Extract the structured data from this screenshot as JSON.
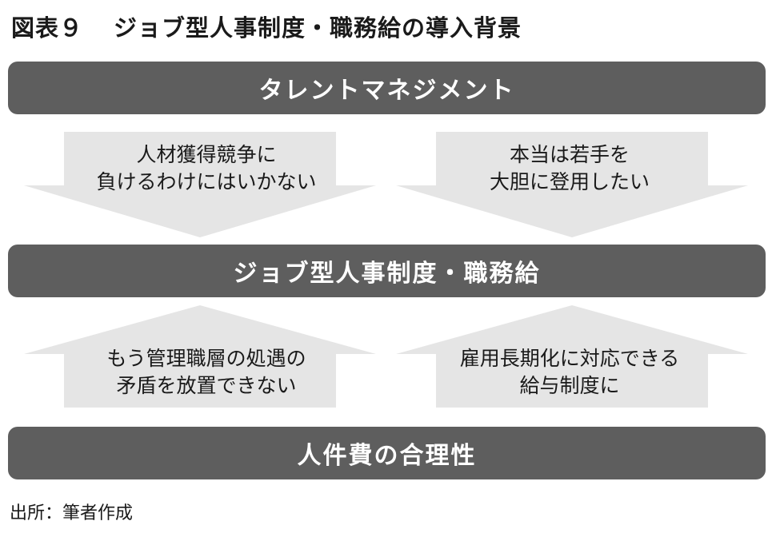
{
  "title": {
    "figure_number": "図表９",
    "text": "ジョブ型人事制度・職務給の導入背景"
  },
  "bars": {
    "top": "タレントマネジメント",
    "middle": "ジョブ型人事制度・職務給",
    "bottom": "人件費の合理性"
  },
  "arrows": {
    "down_left": {
      "line1": "人材獲得競争に",
      "line2": "負けるわけにはいかない"
    },
    "down_right": {
      "line1": "本当は若手を",
      "line2": "大胆に登用したい"
    },
    "up_left": {
      "line1": "もう管理職層の処遇の",
      "line2": "矛盾を放置できない"
    },
    "up_right": {
      "line1": "雇用長期化に対応できる",
      "line2": "給与制度に"
    }
  },
  "source": "出所：筆者作成",
  "colors": {
    "bar_fill": "#5e5e5e",
    "bar_text": "#ffffff",
    "arrow_fill": "#e5e5e5",
    "text": "#1a1a1a"
  }
}
